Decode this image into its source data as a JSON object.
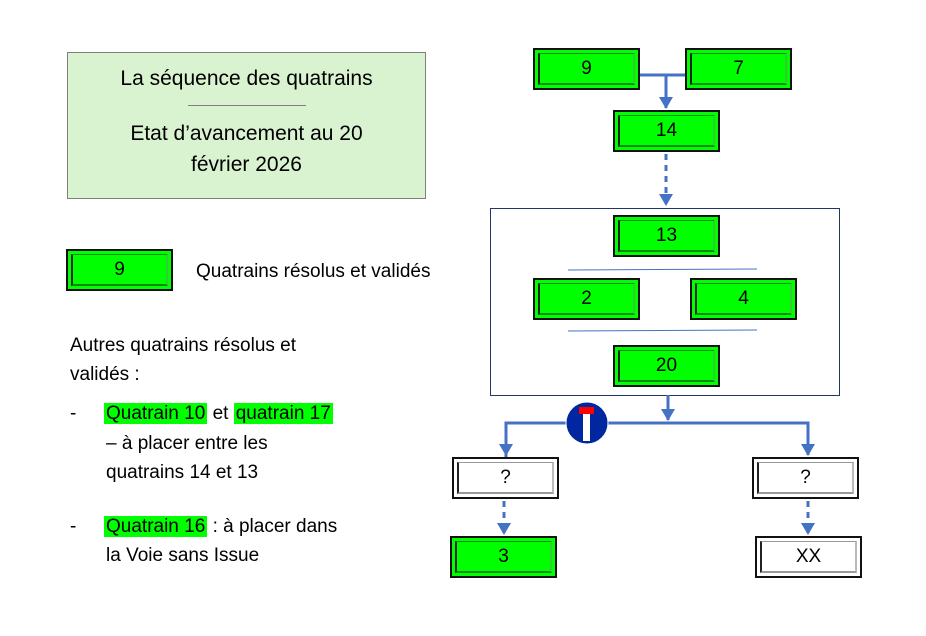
{
  "title": {
    "line1": "La séquence des quatrains",
    "line2": "Etat d’avancement au 20",
    "line3": "février 2026"
  },
  "legend": {
    "box": "9",
    "label": "Quatrains résolus et validés"
  },
  "notes": {
    "heading1": "Autres quatrains résolus et",
    "heading2": "validés :",
    "item1": {
      "dash": "-",
      "q1": "Quatrain 10",
      "mid": "et",
      "q2": "quatrain 17",
      "line2": "– à placer entre les",
      "line3": "quatrains 14 et 13"
    },
    "item2": {
      "dash": "-",
      "q": "Quatrain 16",
      "rest": ": à placer dans",
      "line2": "la Voie sans Issue"
    }
  },
  "nodes": {
    "n9": "9",
    "n7": "7",
    "n14": "14",
    "n13": "13",
    "n2": "2",
    "n4": "4",
    "n20": "20",
    "qleft": "?",
    "qright": "?",
    "n3": "3",
    "xx": "XX"
  },
  "colors": {
    "green": "#00ff00",
    "arrow": "#4472c4",
    "title_bg": "#d9f2d0"
  }
}
